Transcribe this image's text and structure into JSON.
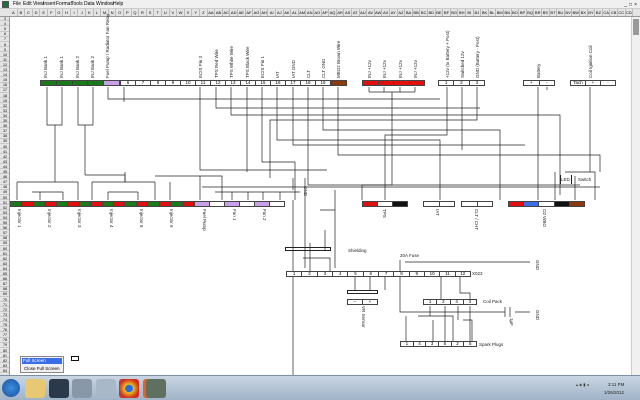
{
  "menu": [
    "File",
    "Edit",
    "View",
    "Insert",
    "Format",
    "Tools",
    "Data",
    "Window",
    "Help"
  ],
  "window_controls": [
    "_",
    "□",
    "×"
  ],
  "columns": [
    "A",
    "B",
    "C",
    "D",
    "E",
    "F",
    "G",
    "H",
    "I",
    "J",
    "K",
    "L",
    "M",
    "N",
    "O",
    "P",
    "Q",
    "R",
    "S",
    "T",
    "U",
    "V",
    "W",
    "X",
    "Y",
    "Z",
    "AA",
    "AB",
    "AC",
    "AD",
    "AE",
    "AF",
    "AG",
    "AH",
    "AI",
    "AJ",
    "AK",
    "AL",
    "AM",
    "AN",
    "AO",
    "AP",
    "AQ",
    "AR",
    "AS",
    "AT",
    "AU",
    "AV",
    "AW",
    "AX",
    "AY",
    "AZ",
    "BA",
    "BB",
    "BC",
    "BD",
    "BE",
    "BF",
    "BG",
    "BH",
    "BI",
    "BJ",
    "BK",
    "BL",
    "BM",
    "BN",
    "BO",
    "BP",
    "BQ",
    "BR",
    "BS",
    "BT",
    "BU",
    "BV",
    "BW",
    "BX",
    "BY",
    "BZ",
    "CA",
    "CB",
    "CC",
    "CD"
  ],
  "rows": [
    "3",
    "4",
    "5",
    "6",
    "7",
    "8",
    "9",
    "10",
    "11",
    "12",
    "13",
    "14",
    "15",
    "16",
    "17",
    "18",
    "19",
    "32",
    "33",
    "34",
    "35",
    "36",
    "37",
    "38",
    "39",
    "40",
    "41",
    "42",
    "43",
    "44",
    "45",
    "46",
    "47",
    "48",
    "49",
    "50",
    "51",
    "52",
    "53",
    "54",
    "55",
    "56",
    "57",
    "58",
    "59",
    "60",
    "61",
    "62",
    "63",
    "64",
    "65",
    "66",
    "67",
    "68",
    "69",
    "70",
    "71",
    "72",
    "73",
    "74",
    "75",
    "76",
    "77",
    "78",
    "79",
    "80",
    "81",
    "82",
    "83",
    "84"
  ],
  "ecu_top": {
    "labels": [
      "INJ Bank 1",
      "INJ Bank 1",
      "INJ Bank 2",
      "INJ Bank 2",
      "Fuel Pump / Radiator Fan Relay",
      "ECIS Pin 3",
      "TPS Red Wire",
      "TPS White Wire",
      "TPS Black Wire",
      "ECIS Pin 1",
      "IAT",
      "IAT GND",
      "CLT",
      "CLT GND",
      "MBO2 Brown Wire",
      "INJ +12v",
      "INJ +12v",
      "INJ +12v",
      "INJ +12v",
      "+12v (to Battery + Post)",
      "Switched 12v",
      "GND (Battery - Post)",
      "Battery",
      "Coil Ignition Coil"
    ],
    "pins": [
      "6",
      "7",
      "8",
      "9",
      "10",
      "11",
      "12",
      "13",
      "14",
      "15",
      "16",
      "17",
      "18",
      "19"
    ],
    "power_pins": [
      "1",
      "2",
      "3"
    ],
    "battery_pins": [
      "+",
      "-"
    ],
    "tach_pins": [
      "Tach",
      "+",
      "-"
    ]
  },
  "bottom": {
    "labels": [
      "Injector 1",
      "Injector 2",
      "Injector 3",
      "Injector 4",
      "Injector 5",
      "Injector 6",
      "Fuel Pump",
      "Fan 1",
      "Fan 2",
      "TPS",
      "IAT",
      "CLT / CHT",
      "O2 WBO"
    ],
    "gnd": "GND",
    "led": "LED",
    "switch": "Switch"
  },
  "middle": {
    "shielding": "Shielding",
    "fuse": "20A Fuse",
    "connector_label": "X023",
    "connector_pins": [
      "1",
      "2",
      "3",
      "4",
      "5",
      "6",
      "7",
      "8",
      "9",
      "10",
      "11",
      "12"
    ],
    "gnd1": "GND",
    "sensor_pins": [
      "–",
      "+"
    ],
    "sensor_label": "VR Sensor",
    "coil_pins": [
      "1",
      "2",
      "4",
      "3"
    ],
    "coil_label": "Coil Pack",
    "cap_label": "1µF",
    "gnd2": "GND",
    "plug_pins": [
      "1",
      "4",
      "3",
      "6",
      "2",
      "5"
    ],
    "plug_label": "Spark Plugs"
  },
  "fullscreen_toolbar": {
    "title": "Full Screen",
    "close": "Close Full Screen"
  },
  "tray": {
    "time": "3:11 PM",
    "date": "1/26/2012"
  },
  "colors": {
    "green": "#1a7a1a",
    "red": "#e01010",
    "purple": "#c8a0e8",
    "brown": "#8b3a10",
    "blue": "#3a6ee8",
    "black": "#111111"
  }
}
